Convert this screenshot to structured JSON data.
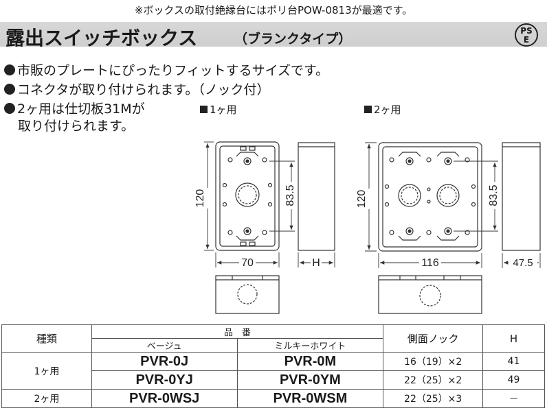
{
  "header": {
    "note": "※ボックスの取付絶縁台にはポリ台POW-0813が最適です。",
    "title": "露出スイッチボックス",
    "subtitle": "（ブランクタイプ）",
    "mark_top": "PS",
    "mark_bottom": "E"
  },
  "features": [
    "市販のプレートにぴったりフィットするサイズです。",
    "コネクタが取り付けられます。（ノック付）",
    "2ヶ用は仕切板31Mが",
    "取り付けられます。"
  ],
  "figures": {
    "single": {
      "label": "1ヶ用",
      "dim_height": "120",
      "dim_pitch": "83.5",
      "dim_width": "70",
      "dim_depth": "H"
    },
    "double": {
      "label": "2ヶ用",
      "dim_height": "120",
      "dim_pitch": "83.5",
      "dim_width": "116",
      "dim_depth": "47.5"
    }
  },
  "table": {
    "headers": {
      "type": "種類",
      "part_no": "品　番",
      "beige": "ベージュ",
      "white": "ミルキーホワイト",
      "knock": "側面ノック",
      "h": "H"
    },
    "rows": [
      {
        "type": "1ヶ用",
        "beige": "PVR-0J",
        "white": "PVR-0M",
        "knock": "16（19）×2",
        "h": "41"
      },
      {
        "type": "",
        "beige": "PVR-0YJ",
        "white": "PVR-0YM",
        "knock": "22（25）×2",
        "h": "49"
      },
      {
        "type": "2ヶ用",
        "beige": "PVR-0WSJ",
        "white": "PVR-0WSM",
        "knock": "22（25）×3",
        "h": "－"
      }
    ]
  }
}
